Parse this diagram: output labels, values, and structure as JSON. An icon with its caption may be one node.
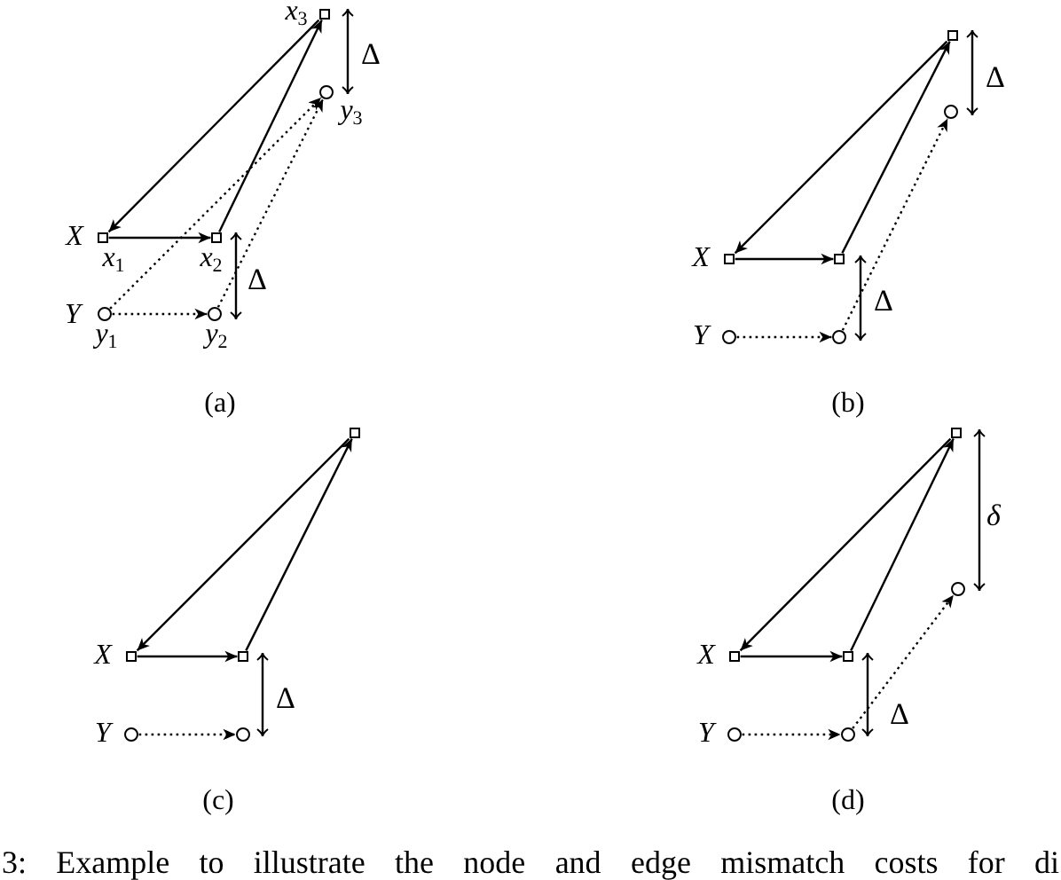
{
  "diagram": {
    "caption": "3: Example to illustrate the node and edge mismatch costs for di",
    "nodes": [
      {
        "text": [],
        "shape": "box",
        "beside": [
          "x$_{3}$"
        ]
      },
      {
        "text": [],
        "shape": "circle",
        "beside": [
          "y$_{3}$"
        ]
      },
      {
        "text": [],
        "shape": "box",
        "beside": [
          "X",
          "x$_{1}$"
        ]
      },
      {
        "text": [],
        "shape": "box",
        "beside": [
          "x$_{2}$"
        ]
      },
      {
        "text": [],
        "shape": "circle",
        "beside": [
          "Y",
          "y$_{1}$"
        ]
      },
      {
        "text": [],
        "shape": "circle",
        "beside": [
          "y$_{2}$"
        ]
      },
      {
        "text": [],
        "shape": "box"
      },
      {
        "text": [],
        "shape": "circle"
      },
      {
        "text": [],
        "shape": "box",
        "beside": [
          "X"
        ]
      },
      {
        "text": [],
        "shape": "box"
      },
      {
        "text": [],
        "shape": "circle",
        "beside": [
          "Y"
        ]
      },
      {
        "text": [],
        "shape": "circle"
      },
      {
        "text": [],
        "shape": "box"
      },
      {
        "text": [],
        "shape": "box",
        "beside": [
          "X"
        ]
      },
      {
        "text": [],
        "shape": "box"
      },
      {
        "text": [],
        "shape": "circle",
        "beside": [
          "Y"
        ]
      },
      {
        "text": [],
        "shape": "circle"
      },
      {
        "text": [],
        "shape": "box"
      },
      {
        "text": [],
        "shape": "circle"
      },
      {
        "text": [],
        "shape": "box",
        "beside": [
          "X"
        ]
      },
      {
        "text": [],
        "shape": "box"
      },
      {
        "text": [],
        "shape": "circle",
        "beside": [
          "Y"
        ]
      },
      {
        "text": [],
        "shape": "circle"
      }
    ],
    "edges": [
      {
        "from": 2,
        "to": 3,
        "arrow": "to"
      },
      {
        "from": 3,
        "to": 0,
        "arrow": "to"
      },
      {
        "from": 0,
        "to": 2,
        "arrow": "to"
      },
      {
        "from": 4,
        "to": 5,
        "arrow": "to",
        "style": "dashed"
      },
      {
        "from": 4,
        "to": 1,
        "arrow": "to",
        "style": "dashed"
      },
      {
        "from": 5,
        "to": 1,
        "arrow": "to",
        "style": "dashed"
      },
      {
        "from": 8,
        "to": 9,
        "arrow": "to"
      },
      {
        "from": 9,
        "to": 6,
        "arrow": "to"
      },
      {
        "from": 6,
        "to": 8,
        "arrow": "to"
      },
      {
        "from": 10,
        "to": 11,
        "arrow": "to",
        "style": "dashed"
      },
      {
        "from": 11,
        "to": 7,
        "arrow": "to",
        "style": "dashed"
      },
      {
        "from": 13,
        "to": 14,
        "arrow": "to"
      },
      {
        "from": 14,
        "to": 12,
        "arrow": "to"
      },
      {
        "from": 12,
        "to": 13,
        "arrow": "to"
      },
      {
        "from": 15,
        "to": 16,
        "arrow": "to",
        "style": "dashed"
      },
      {
        "from": 19,
        "to": 20,
        "arrow": "to"
      },
      {
        "from": 20,
        "to": 17,
        "arrow": "to"
      },
      {
        "from": 17,
        "to": 19,
        "arrow": "to"
      },
      {
        "from": 21,
        "to": 22,
        "arrow": "to",
        "style": "dashed"
      },
      {
        "from": 22,
        "to": 18,
        "arrow": "to",
        "style": "dashed"
      }
    ],
    "labels": [
      "Δ",
      "Δ",
      "(a)",
      "Δ",
      "Δ",
      "(b)",
      "Δ",
      "(c)",
      "δ",
      "Δ",
      "(d)"
    ]
  }
}
